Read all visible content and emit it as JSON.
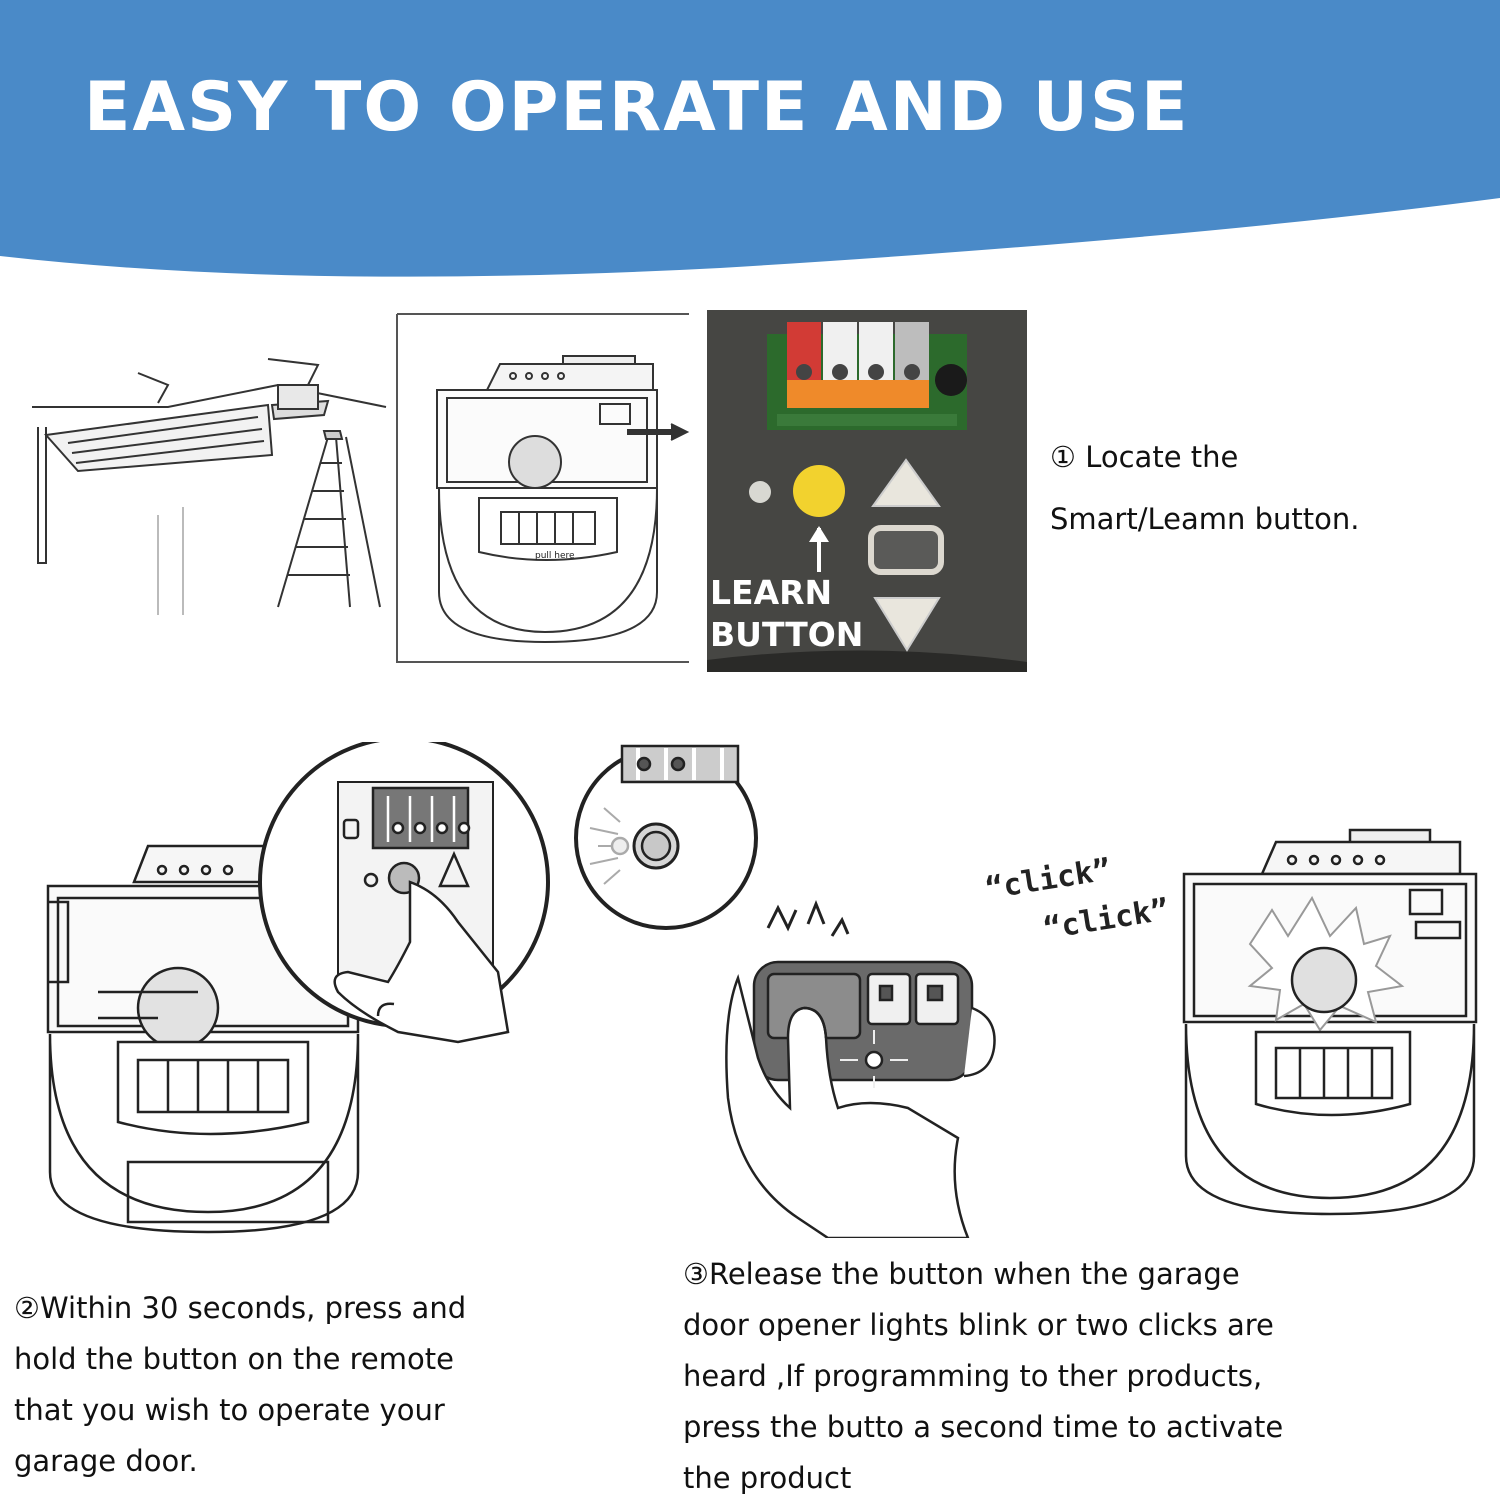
{
  "banner": {
    "title": "EASY TO OPERATE AND USE",
    "color": "#4a8ac8"
  },
  "panel": {
    "learn_label_line1": "LEARN",
    "learn_label_line2": "BUTTON",
    "background": "#4a4a48",
    "learn_button_color": "#f2d22e"
  },
  "steps": {
    "step1": {
      "line1": "① Locate the",
      "line2": "Smart/Leamn button."
    },
    "step2": {
      "line1": "②Within 30 seconds, press and",
      "line2": "hold the button on the remote",
      "line3": "that you wish to operate your",
      "line4": "garage door."
    },
    "step3": {
      "line1": "③Release the button when the garage",
      "line2": "door opener lights blink or two clicks are",
      "line3": "heard ,If programming to ther products,",
      "line4": "press the butto a second time to activate",
      "line5": "the product"
    }
  },
  "sounds": {
    "click1": "“click”",
    "click2": "“click”"
  },
  "unit_label": "pull here"
}
